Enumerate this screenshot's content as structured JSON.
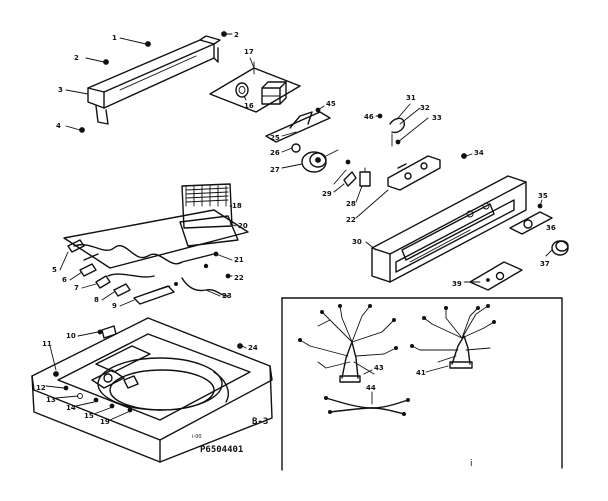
{
  "callouts": {
    "c1": "1",
    "c2a": "2",
    "c2b": "2",
    "c3": "3",
    "c4": "4",
    "c17": "17",
    "c16": "16",
    "c45": "45",
    "c25": "25",
    "c26": "26",
    "c27": "27",
    "c29": "29",
    "c28": "28",
    "c22a": "22",
    "c31": "31",
    "c32": "32",
    "c33": "33",
    "c46": "46",
    "c34": "34",
    "c30": "30",
    "c35": "35",
    "c36": "36",
    "c37": "37",
    "c39": "39",
    "c18": "18",
    "c20": "20",
    "c21": "21",
    "c22b": "22",
    "c23": "23",
    "c5": "5",
    "c6": "6",
    "c7": "7",
    "c8": "8",
    "c9": "9",
    "c10": "10",
    "c11": "11",
    "c12": "12",
    "c13": "13",
    "c14": "14",
    "c15": "15",
    "c19": "19",
    "c24": "24",
    "c43": "43",
    "c41": "41",
    "c44": "44"
  },
  "reference": {
    "section": "B-3",
    "part_code": "P6504401",
    "small_mark": "i-00"
  },
  "corner_mark": "i"
}
